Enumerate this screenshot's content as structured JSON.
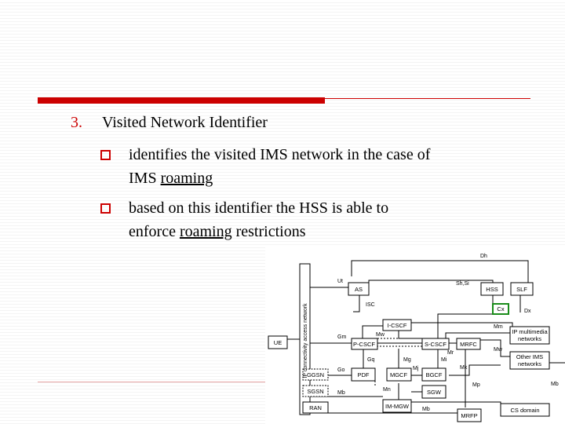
{
  "slide": {
    "item_number": "3.",
    "item_title": "Visited Network Identifier",
    "bullets": [
      {
        "line1": "identifies the visited IMS network in the case of",
        "line2_prefix": "IMS ",
        "line2_link": "roaming",
        "line2_suffix": ""
      },
      {
        "line1": "based on this identifier the HSS is able to",
        "line2_prefix": "enforce ",
        "line2_link": "roaming",
        "line2_suffix": " restrictions"
      }
    ]
  },
  "diagram": {
    "colors": {
      "highlight": "#1a8c1a",
      "lines": "#000000"
    },
    "ip_network_label": "IP connectivity access network",
    "boxes": {
      "ue": "UE",
      "as": "AS",
      "hss": "HSS",
      "slf": "SLF",
      "cx": "Cx",
      "icscf": "I-CSCF",
      "pcscf": "P-CSCF",
      "scscf": "S-CSCF",
      "mrfc": "MRFC",
      "pdf": "PDF",
      "mgcf": "MGCF",
      "bgcf": "BGCF",
      "sgw": "SGW",
      "immgw": "IM-MGW",
      "mrfp": "MRFP",
      "ggsn": "GGSN",
      "sgsn": "SGSN",
      "ran": "RAN",
      "ipmm_line1": "IP multimedia",
      "ipmm_line2": "networks",
      "otherims_line1": "Other IMS",
      "otherims_line2": "networks",
      "csdomain": "CS domain"
    },
    "refs": {
      "dh": "Dh",
      "ut": "Ut",
      "shsi": "Sh,Si",
      "isc": "ISC",
      "dx": "Dx",
      "gm": "Gm",
      "mw": "Mw",
      "mw2": "Mw",
      "mm": "Mm",
      "mr": "Mr",
      "gq": "Gq",
      "mg": "Mg",
      "mi": "Mi",
      "mj": "Mj",
      "mk": "Mk",
      "go": "Go",
      "mp": "Mp",
      "mn": "Mn",
      "mb": "Mb",
      "mb2": "Mb",
      "mb3": "Mb"
    }
  }
}
